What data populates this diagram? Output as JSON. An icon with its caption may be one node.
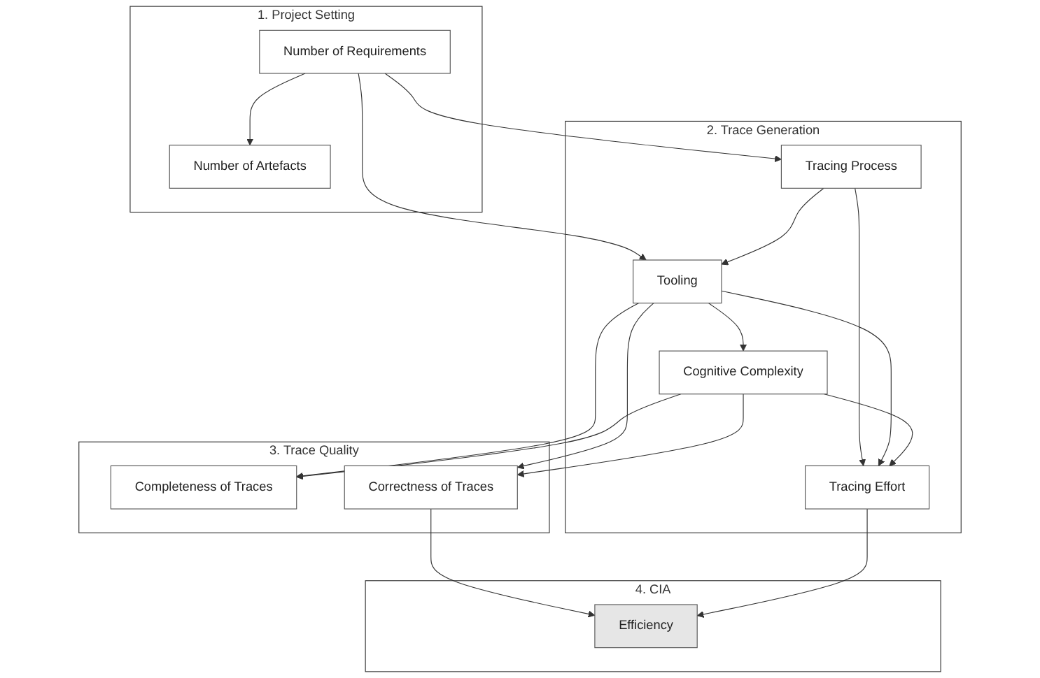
{
  "diagram": {
    "nodes": [
      {
        "text": [
          "1. Project Setting"
        ]
      },
      {
        "text": [
          "Number of Requirements"
        ],
        "in": 0
      },
      {
        "text": [
          "Number of Artefacts"
        ],
        "in": 0
      },
      {
        "text": [
          "2. Trace Generation"
        ]
      },
      {
        "text": [
          "Tracing Process"
        ],
        "in": 3
      },
      {
        "text": [
          "Tracing Effort"
        ],
        "in": 3
      },
      {
        "text": [
          "Tooling"
        ],
        "in": 3
      },
      {
        "text": [
          "Cognitive Complexity"
        ],
        "in": 3
      },
      {
        "text": [
          "3. Trace Quality"
        ]
      },
      {
        "text": [
          "Completeness of Traces"
        ],
        "in": 8
      },
      {
        "text": [
          "Correctness of Traces"
        ],
        "in": 8
      },
      {
        "text": [
          "4. CIA"
        ]
      },
      {
        "text": [
          "Efficiency"
        ],
        "in": 11
      }
    ],
    "edges": [
      {
        "from": 1,
        "to": 4,
        "arrow": "to"
      },
      {
        "from": 1,
        "to": 6,
        "arrow": "to"
      },
      {
        "from": 1,
        "to": 2,
        "arrow": "to"
      },
      {
        "from": 4,
        "to": 5,
        "arrow": "to"
      },
      {
        "from": 4,
        "to": 6,
        "arrow": "to"
      },
      {
        "from": 6,
        "to": 5,
        "arrow": "to"
      },
      {
        "from": 6,
        "to": 7,
        "arrow": "to"
      },
      {
        "from": 7,
        "to": 5,
        "arrow": "to"
      },
      {
        "from": 6,
        "to": 9,
        "arrow": "to"
      },
      {
        "from": 6,
        "to": 10,
        "arrow": "to"
      },
      {
        "from": 7,
        "to": 9,
        "arrow": "to"
      },
      {
        "from": 7,
        "to": 10,
        "arrow": "to"
      },
      {
        "from": 10,
        "to": 12,
        "arrow": "to"
      },
      {
        "from": 5,
        "to": 12,
        "arrow": "to"
      }
    ]
  }
}
